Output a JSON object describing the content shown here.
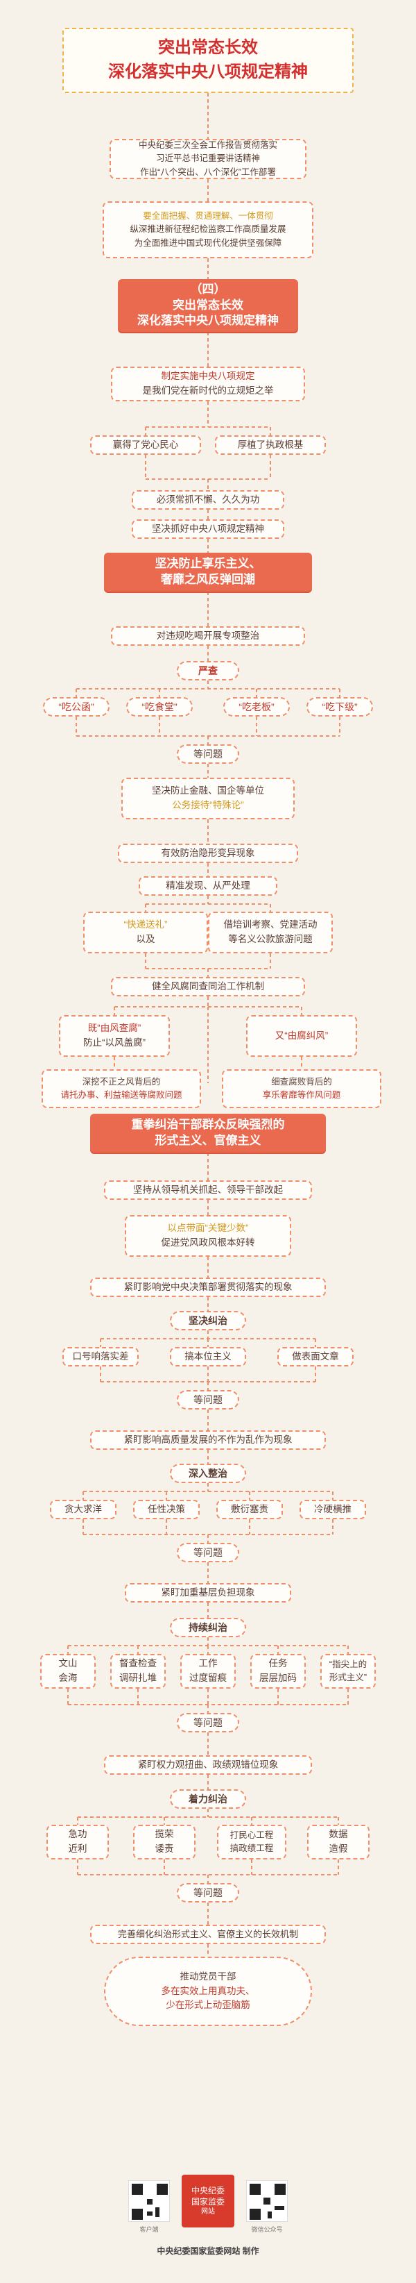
{
  "title": {
    "line1": "突出常态长效",
    "line2": "深化落实中央八项规定精神"
  },
  "intro": {
    "line1": "中央纪委三次全会工作报告贯彻落实",
    "line2": "习近平总书记重要讲话精神",
    "line3": "作出“八个突出、八个深化”工作部署"
  },
  "intro2": {
    "line1": "要全面把握、贯通理解、一体贯彻",
    "line2": "纵深推进新征程纪检监察工作高质量发展",
    "line3": "为全面推进中国式现代化提供坚强保障"
  },
  "section4": {
    "line1": "（四）",
    "line2": "突出常态长效",
    "line3": "深化落实中央八项规定精神"
  },
  "rule": {
    "line1": "制定实施中央八项规定",
    "line2": "是我们党在新时代的立规矩之举"
  },
  "branch1": {
    "left": "赢得了党心民心",
    "right": "厚植了执政根基"
  },
  "must": "必须常抓不懈、久久为功",
  "resolve": "坚决抓好中央八项规定精神",
  "banner1": {
    "line1": "坚决防止享乐主义、",
    "line2": "奢靡之风反弹回潮"
  },
  "b1": {
    "focus": "对违规吃喝开展专项整治",
    "strict": "严查",
    "items": [
      "“吃公函”",
      "“吃食堂”",
      "“吃老板”",
      "“吃下级”"
    ],
    "etc": "等问题",
    "soe": {
      "line1": "坚决防止金融、国企等单位",
      "line2": "公务接待“特殊论”"
    },
    "prevent": "有效防治隐形变异现象",
    "precise": "精准发现、从严处理",
    "pair_left": {
      "line1": "“快递送礼”",
      "line2": "以及"
    },
    "pair_right": {
      "line1": "借培训考察、党建活动",
      "line2": "等名义公款旅游问题"
    },
    "mech": "健全风腐同查同治工作机制",
    "left2": {
      "line1": "既“由风查腐”",
      "line2": "防止“以风盖腐”"
    },
    "right2": "又“由腐纠风”",
    "left3": {
      "line1": "深挖不正之风背后的",
      "line2": "请托办事、利益输送等腐败问题"
    },
    "right3": {
      "line1": "细查腐败背后的",
      "line2": "享乐奢靡等作风问题"
    }
  },
  "banner2": {
    "line1": "重拳纠治干部群众反映强烈的",
    "line2": "形式主义、官僚主义"
  },
  "b2": {
    "start": "坚持从领导机关抓起、领导干部改起",
    "breakthrough": {
      "line1": "以点带面“关键少数”",
      "line2": "促进党风政风根本好转"
    },
    "g1": {
      "focus": "紧盯影响党中央决策部署贯彻落实的现象",
      "header": "坚决纠治",
      "items": [
        "口号响落实差",
        "搞本位主义",
        "做表面文章"
      ],
      "etc": "等问题"
    },
    "g2": {
      "focus": "紧盯影响高质量发展的不作为乱作为现象",
      "header": "深入整治",
      "items": [
        "贪大求洋",
        "任性决策",
        "敷衍塞责",
        "冷硬横推"
      ],
      "etc": "等问题"
    },
    "g3": {
      "focus": "紧盯加重基层负担现象",
      "header": "持续纠治",
      "items": [
        [
          "文山",
          "会海"
        ],
        [
          "督查检查",
          "调研扎堆"
        ],
        [
          "工作",
          "过度留痕"
        ],
        [
          "任务",
          "层层加码"
        ],
        [
          "“指尖上的",
          "形式主义”"
        ]
      ],
      "etc": "等问题"
    },
    "g4": {
      "focus": "紧盯权力观扭曲、政绩观错位现象",
      "header": "着力纠治",
      "items": [
        [
          "急功",
          "近利"
        ],
        [
          "揽荣",
          "诿责"
        ],
        [
          "打民心工程",
          "搞政绩工程"
        ],
        [
          "数据",
          "造假"
        ]
      ],
      "etc": "等问题"
    },
    "mech": "完善细化纠治形式主义、官僚主义的长效机制",
    "final": {
      "line1": "推动党员干部",
      "line2": "多在实效上用真功夫、",
      "line3": "少在形式上动歪脑筋"
    }
  },
  "footer": {
    "qr_left_caption": "客户端",
    "logo_line1": "中央纪委",
    "logo_line2": "国家监委",
    "logo_line3": "网站",
    "qr_right_caption": "微信公众号",
    "credit": "中央纪委国家监委网站 制作"
  },
  "colors": {
    "accent": "#ea6a50",
    "border": "#ef8f6a",
    "highlight": "#d49a20",
    "background": "#f7f2e9"
  }
}
